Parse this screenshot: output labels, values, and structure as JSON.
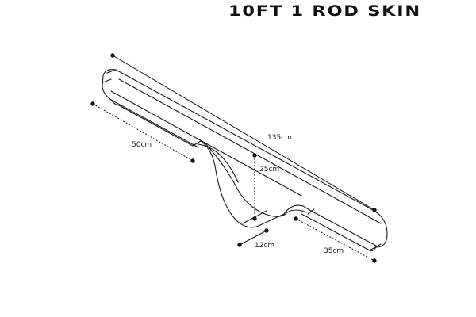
{
  "title": "10FT 1 ROD SKIN",
  "colors": {
    "stroke": "#1a1a1a",
    "background": "#ffffff",
    "text": "#222222"
  },
  "dimensions": {
    "total_length": "135cm",
    "front_section": "50cm",
    "dip_depth": "25cm",
    "dip_width": "12cm",
    "rear_section": "35cm"
  }
}
